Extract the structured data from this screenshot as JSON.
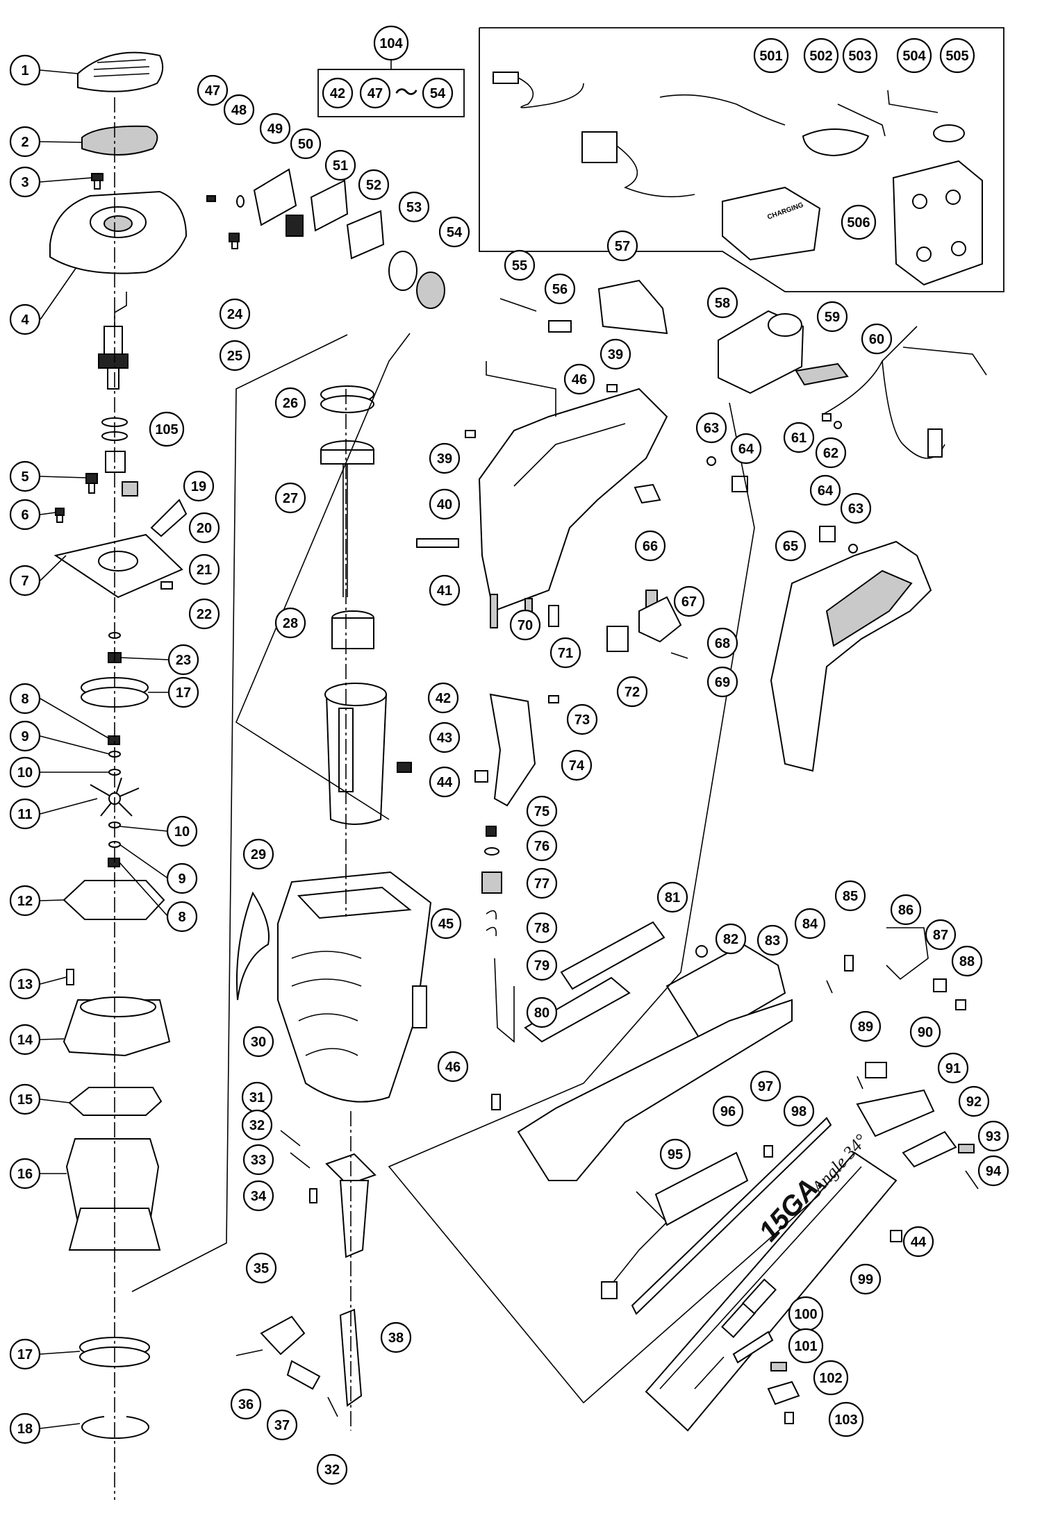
{
  "diagram": {
    "type": "exploded parts diagram",
    "magazine_label": "15GA.",
    "magazine_sublabel": "Angle 34°",
    "charger_label": "CHARGING",
    "kit_group": {
      "label": "104",
      "members": [
        "42",
        "47",
        "54"
      ],
      "separator": "〜"
    },
    "callouts": [
      {
        "id": "c1",
        "label": "1"
      },
      {
        "id": "c2",
        "label": "2"
      },
      {
        "id": "c3",
        "label": "3"
      },
      {
        "id": "c4",
        "label": "4"
      },
      {
        "id": "c5",
        "label": "5"
      },
      {
        "id": "c6",
        "label": "6"
      },
      {
        "id": "c7",
        "label": "7"
      },
      {
        "id": "c8a",
        "label": "8"
      },
      {
        "id": "c8b",
        "label": "8"
      },
      {
        "id": "c9a",
        "label": "9"
      },
      {
        "id": "c9b",
        "label": "9"
      },
      {
        "id": "c10a",
        "label": "10"
      },
      {
        "id": "c10b",
        "label": "10"
      },
      {
        "id": "c11",
        "label": "11"
      },
      {
        "id": "c12",
        "label": "12"
      },
      {
        "id": "c13",
        "label": "13"
      },
      {
        "id": "c14",
        "label": "14"
      },
      {
        "id": "c15",
        "label": "15"
      },
      {
        "id": "c16",
        "label": "16"
      },
      {
        "id": "c17a",
        "label": "17"
      },
      {
        "id": "c17b",
        "label": "17"
      },
      {
        "id": "c18",
        "label": "18"
      },
      {
        "id": "c19",
        "label": "19"
      },
      {
        "id": "c20",
        "label": "20"
      },
      {
        "id": "c21",
        "label": "21"
      },
      {
        "id": "c22",
        "label": "22"
      },
      {
        "id": "c23",
        "label": "23"
      },
      {
        "id": "c24",
        "label": "24"
      },
      {
        "id": "c25",
        "label": "25"
      },
      {
        "id": "c26",
        "label": "26"
      },
      {
        "id": "c27",
        "label": "27"
      },
      {
        "id": "c28",
        "label": "28"
      },
      {
        "id": "c29",
        "label": "29"
      },
      {
        "id": "c30",
        "label": "30"
      },
      {
        "id": "c31",
        "label": "31"
      },
      {
        "id": "c32a",
        "label": "32"
      },
      {
        "id": "c32b",
        "label": "32"
      },
      {
        "id": "c33",
        "label": "33"
      },
      {
        "id": "c34",
        "label": "34"
      },
      {
        "id": "c35",
        "label": "35"
      },
      {
        "id": "c36",
        "label": "36"
      },
      {
        "id": "c37",
        "label": "37"
      },
      {
        "id": "c38",
        "label": "38"
      },
      {
        "id": "c39a",
        "label": "39"
      },
      {
        "id": "c39b",
        "label": "39"
      },
      {
        "id": "c40",
        "label": "40"
      },
      {
        "id": "c41",
        "label": "41"
      },
      {
        "id": "c42",
        "label": "42"
      },
      {
        "id": "c43",
        "label": "43"
      },
      {
        "id": "c44a",
        "label": "44"
      },
      {
        "id": "c44b",
        "label": "44"
      },
      {
        "id": "c45",
        "label": "45"
      },
      {
        "id": "c46a",
        "label": "46"
      },
      {
        "id": "c46b",
        "label": "46"
      },
      {
        "id": "c47",
        "label": "47"
      },
      {
        "id": "c48",
        "label": "48"
      },
      {
        "id": "c49",
        "label": "49"
      },
      {
        "id": "c50",
        "label": "50"
      },
      {
        "id": "c51",
        "label": "51"
      },
      {
        "id": "c52",
        "label": "52"
      },
      {
        "id": "c53",
        "label": "53"
      },
      {
        "id": "c54",
        "label": "54"
      },
      {
        "id": "c55",
        "label": "55"
      },
      {
        "id": "c56",
        "label": "56"
      },
      {
        "id": "c57",
        "label": "57"
      },
      {
        "id": "c58",
        "label": "58"
      },
      {
        "id": "c59",
        "label": "59"
      },
      {
        "id": "c60",
        "label": "60"
      },
      {
        "id": "c61",
        "label": "61"
      },
      {
        "id": "c62",
        "label": "62"
      },
      {
        "id": "c63a",
        "label": "63"
      },
      {
        "id": "c63b",
        "label": "63"
      },
      {
        "id": "c64a",
        "label": "64"
      },
      {
        "id": "c64b",
        "label": "64"
      },
      {
        "id": "c65",
        "label": "65"
      },
      {
        "id": "c66",
        "label": "66"
      },
      {
        "id": "c67",
        "label": "67"
      },
      {
        "id": "c68",
        "label": "68"
      },
      {
        "id": "c69",
        "label": "69"
      },
      {
        "id": "c70",
        "label": "70"
      },
      {
        "id": "c71",
        "label": "71"
      },
      {
        "id": "c72",
        "label": "72"
      },
      {
        "id": "c73",
        "label": "73"
      },
      {
        "id": "c74",
        "label": "74"
      },
      {
        "id": "c75",
        "label": "75"
      },
      {
        "id": "c76",
        "label": "76"
      },
      {
        "id": "c77",
        "label": "77"
      },
      {
        "id": "c78",
        "label": "78"
      },
      {
        "id": "c79",
        "label": "79"
      },
      {
        "id": "c80",
        "label": "80"
      },
      {
        "id": "c81",
        "label": "81"
      },
      {
        "id": "c82",
        "label": "82"
      },
      {
        "id": "c83",
        "label": "83"
      },
      {
        "id": "c84",
        "label": "84"
      },
      {
        "id": "c85",
        "label": "85"
      },
      {
        "id": "c86",
        "label": "86"
      },
      {
        "id": "c87",
        "label": "87"
      },
      {
        "id": "c88",
        "label": "88"
      },
      {
        "id": "c89",
        "label": "89"
      },
      {
        "id": "c90",
        "label": "90"
      },
      {
        "id": "c91",
        "label": "91"
      },
      {
        "id": "c92",
        "label": "92"
      },
      {
        "id": "c93",
        "label": "93"
      },
      {
        "id": "c94",
        "label": "94"
      },
      {
        "id": "c95",
        "label": "95"
      },
      {
        "id": "c96",
        "label": "96"
      },
      {
        "id": "c97",
        "label": "97"
      },
      {
        "id": "c98",
        "label": "98"
      },
      {
        "id": "c99",
        "label": "99"
      },
      {
        "id": "c100",
        "label": "100"
      },
      {
        "id": "c101",
        "label": "101"
      },
      {
        "id": "c102",
        "label": "102"
      },
      {
        "id": "c103",
        "label": "103"
      },
      {
        "id": "c104",
        "label": "104"
      },
      {
        "id": "c105",
        "label": "105"
      },
      {
        "id": "c501",
        "label": "501"
      },
      {
        "id": "c502",
        "label": "502"
      },
      {
        "id": "c503",
        "label": "503"
      },
      {
        "id": "c504",
        "label": "504"
      },
      {
        "id": "c505",
        "label": "505"
      },
      {
        "id": "c506",
        "label": "506"
      },
      {
        "id": "k42",
        "label": "42"
      },
      {
        "id": "k47",
        "label": "47"
      },
      {
        "id": "k54",
        "label": "54"
      }
    ]
  }
}
